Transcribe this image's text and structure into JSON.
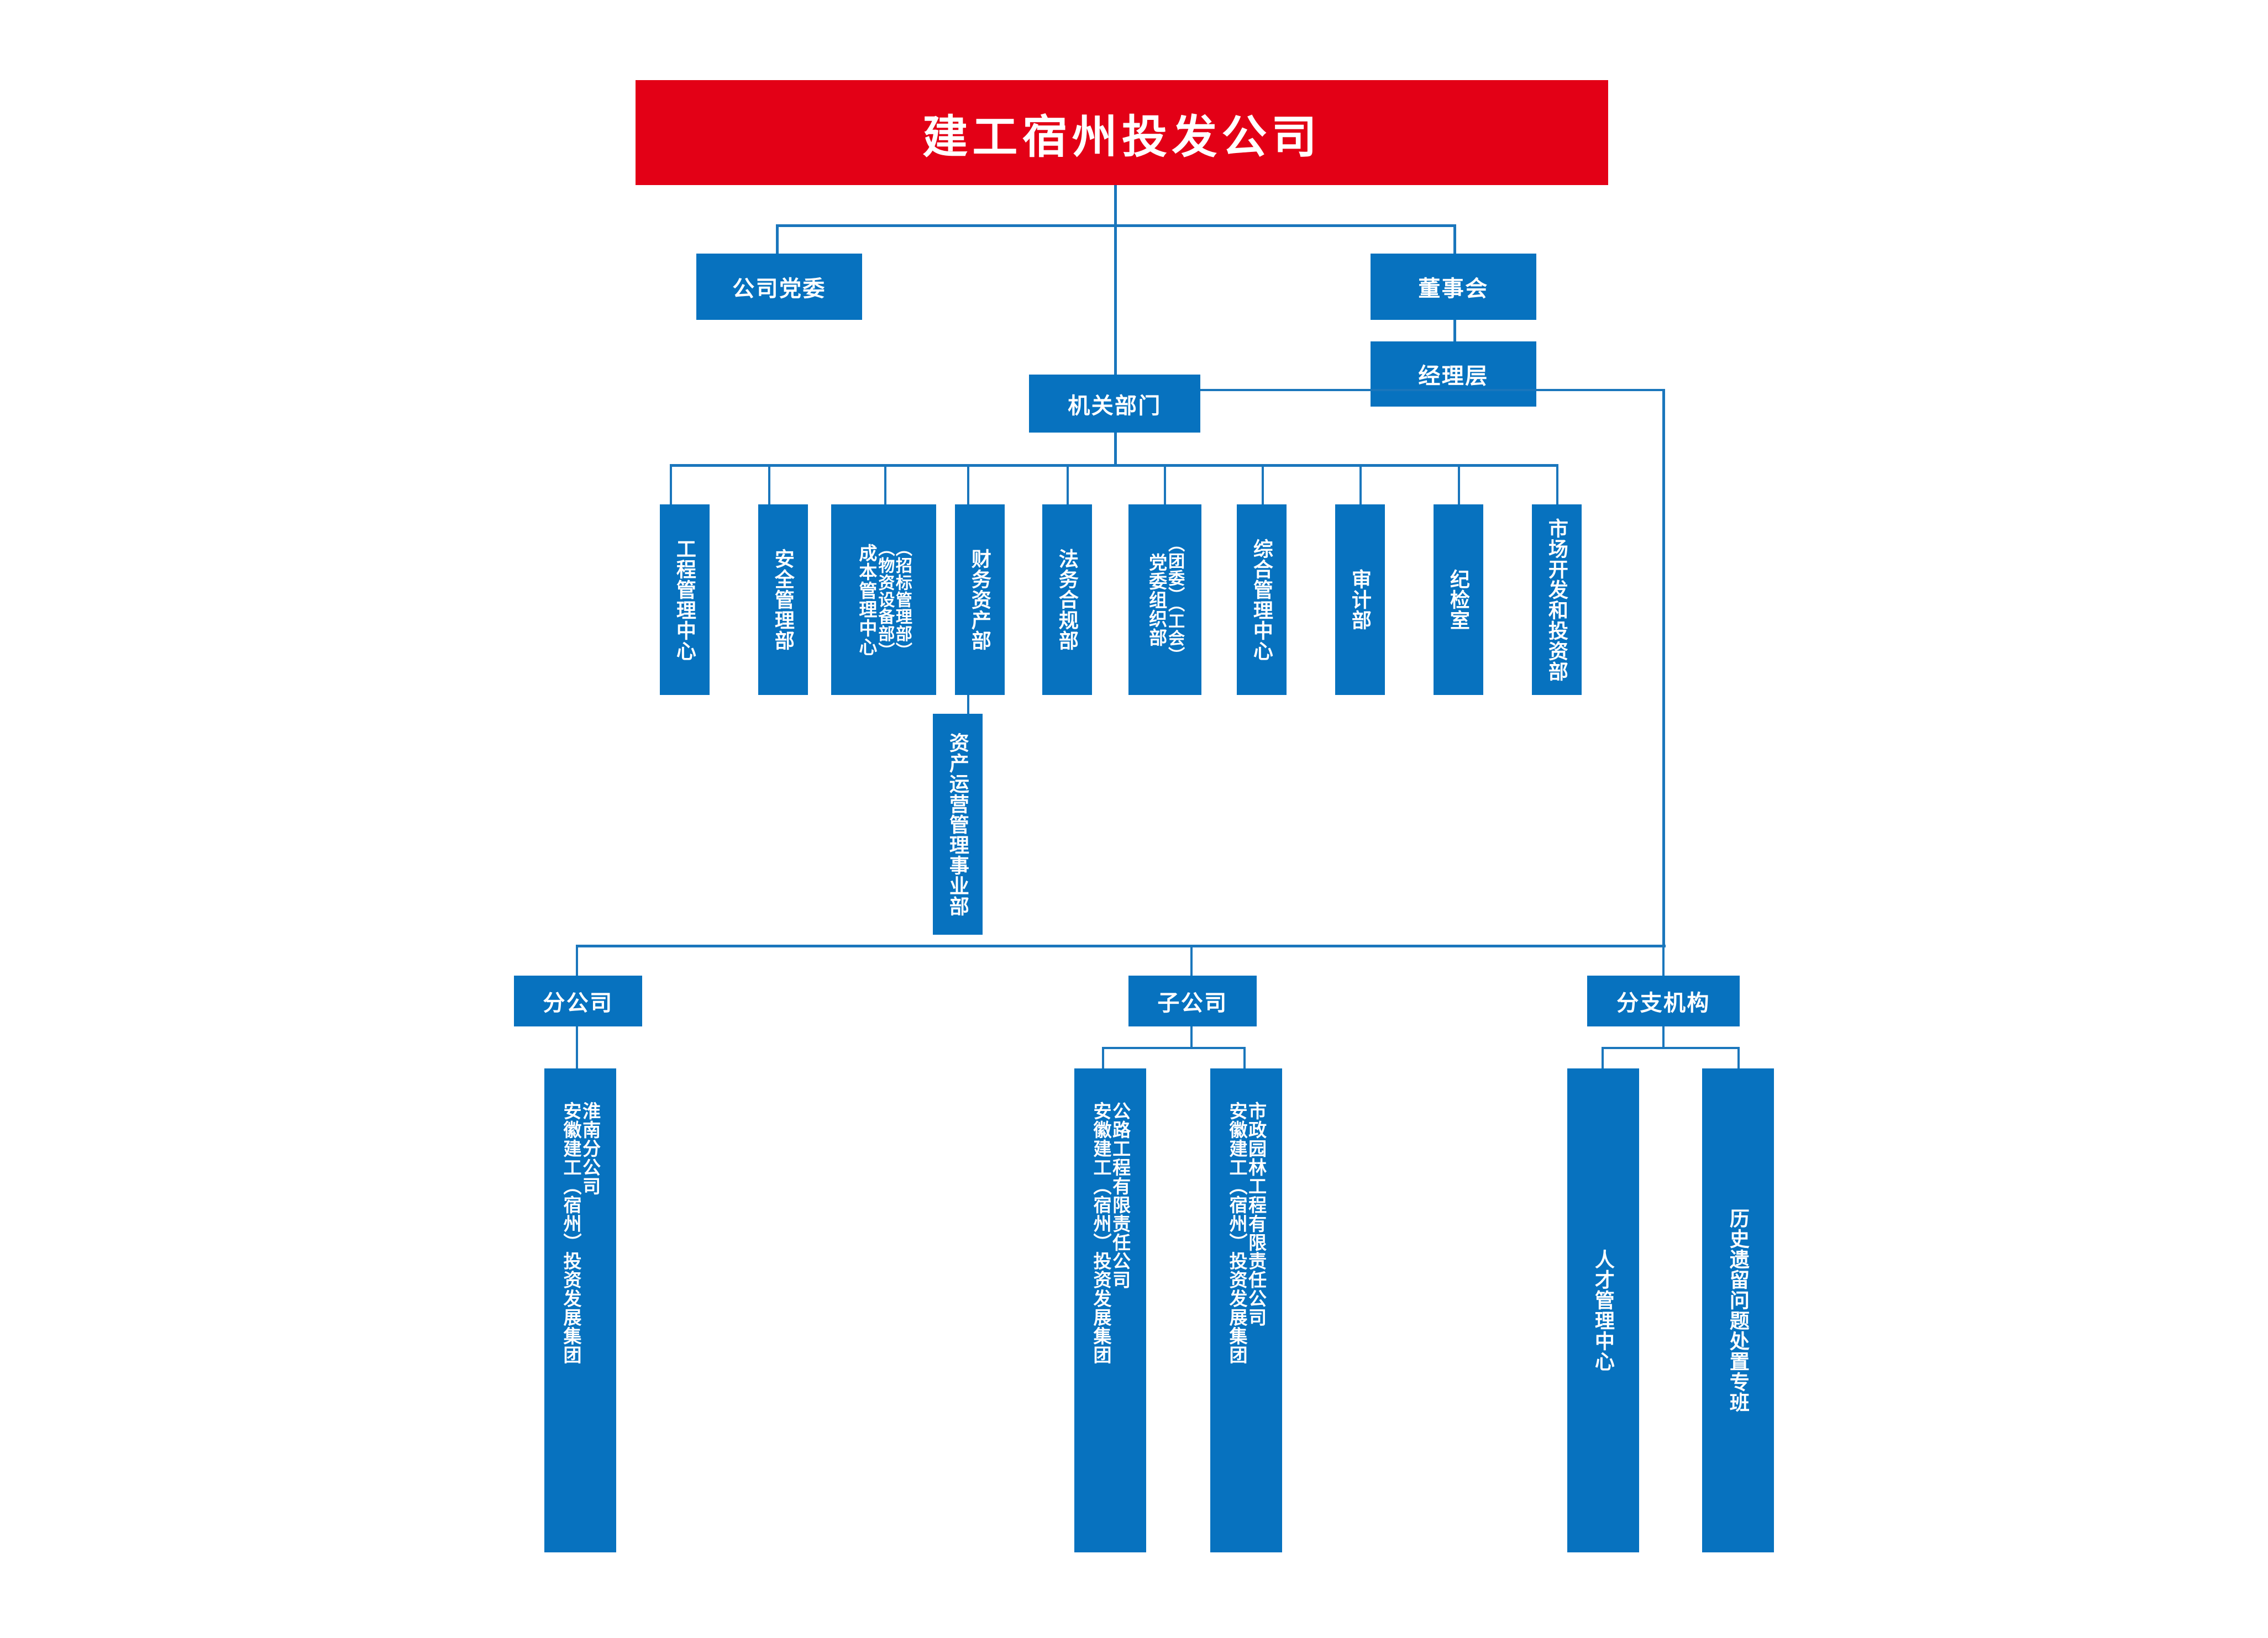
{
  "colors": {
    "title_red": "#E30016",
    "node_blue": "#0772BF",
    "line_blue": "#1a76bc",
    "text_white": "#FFFFFF"
  },
  "title": "建工宿州投发公司",
  "level2": {
    "party_committee": "公司党委",
    "board_of_directors": "董事会",
    "management_layer": "经理层"
  },
  "level3": {
    "organ_departments": "机关部门"
  },
  "departments": [
    {
      "lines": [
        "工程管理中心"
      ]
    },
    {
      "lines": [
        "安全管理部"
      ]
    },
    {
      "lines": [
        "成本管理中心",
        "（物资设备部）",
        "（招标管理部）"
      ]
    },
    {
      "lines": [
        "财务资产部"
      ]
    },
    {
      "lines": [
        "法务合规部"
      ]
    },
    {
      "lines": [
        "党委组织部",
        "（团委）（工会）"
      ]
    },
    {
      "lines": [
        "综合管理中心"
      ]
    },
    {
      "lines": [
        "审计部"
      ]
    },
    {
      "lines": [
        "纪检室"
      ]
    },
    {
      "lines": [
        "市场开发和投资部"
      ]
    }
  ],
  "business_unit": {
    "lines": [
      "资产运营管理事业部"
    ]
  },
  "groups": [
    {
      "label": "分公司",
      "children": [
        {
          "lines": [
            "安徽建工（宿州）投资发展集团",
            "淮南分公司"
          ]
        }
      ]
    },
    {
      "label": "子公司",
      "children": [
        {
          "lines": [
            "安徽建工（宿州）投资发展集团",
            "公路工程有限责任公司"
          ]
        },
        {
          "lines": [
            "安徽建工（宿州）投资发展集团",
            "市政园林工程有限责任公司"
          ]
        }
      ]
    },
    {
      "label": "分支机构",
      "children": [
        {
          "lines": [
            "人才管理中心"
          ]
        },
        {
          "lines": [
            "历史遗留问题处置专班"
          ]
        }
      ]
    }
  ]
}
